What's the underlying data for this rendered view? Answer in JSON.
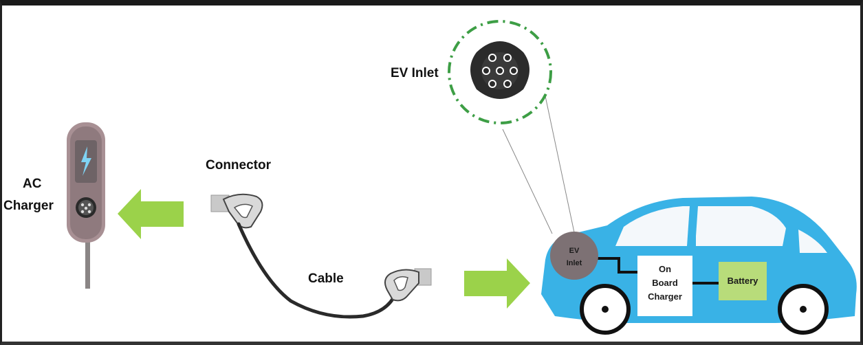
{
  "labels": {
    "ac_charger_line1": "AC",
    "ac_charger_line2": "Charger",
    "connector": "Connector",
    "cable": "Cable",
    "ev_inlet_callout": "EV Inlet",
    "car_inlet_line1": "EV",
    "car_inlet_line2": "Inlet",
    "obc_line1": "On",
    "obc_line2": "Board",
    "obc_line3": "Charger",
    "battery": "Battery"
  },
  "colors": {
    "arrow_green": "#9bd24a",
    "car_body": "#39b2e6",
    "car_window": "#f4f8fb",
    "battery_fill": "#b8dc7a",
    "inlet_grey": "#7d7174",
    "callout_dash": "#3d9e45",
    "charger_body": "#a89094"
  },
  "icons": {
    "lightning": "lightning-icon",
    "socket": "type2-socket-icon"
  }
}
